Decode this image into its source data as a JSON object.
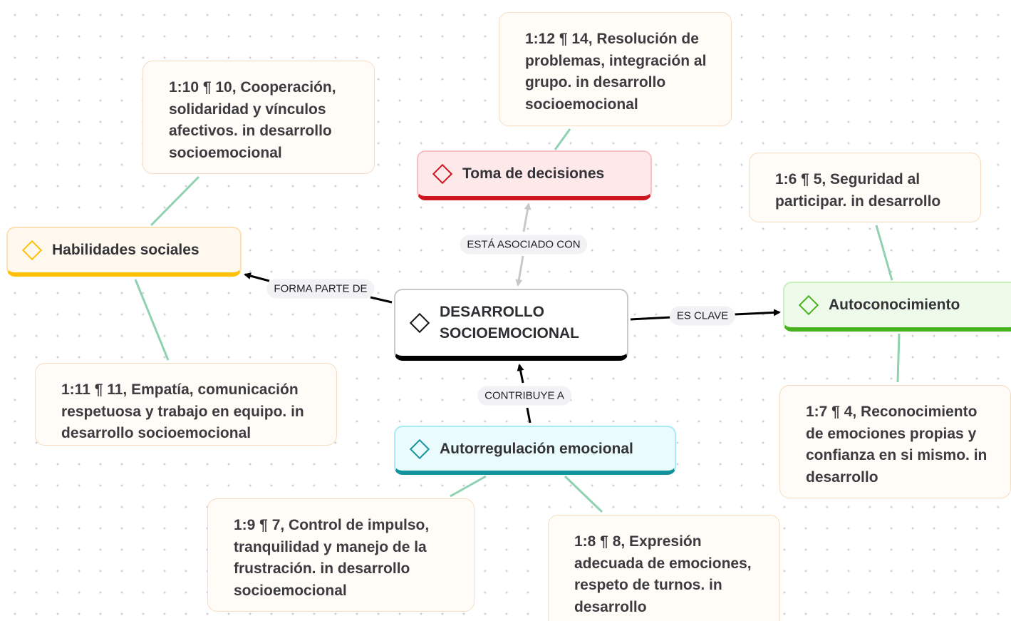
{
  "central": {
    "label": "DESARROLLO SOCIOEMOCIONAL",
    "line1": "DESARROLLO",
    "line2": "SOCIOEMOCIONAL",
    "icon": "diamond-icon",
    "color": "#000000"
  },
  "codes": {
    "toma": {
      "label": "Toma de decisiones",
      "icon": "diamond-icon",
      "color": "#d0141f"
    },
    "habilidades": {
      "label": "Habilidades sociales",
      "icon": "diamond-icon",
      "color": "#ffc107"
    },
    "autoconocimiento": {
      "label": "Autoconocimiento",
      "icon": "diamond-icon",
      "color": "#46b21d"
    },
    "autorregulacion": {
      "label": "Autorregulación emocional",
      "icon": "diamond-icon",
      "color": "#12939c"
    }
  },
  "relations": {
    "asociado": "ESTÁ ASOCIADO CON",
    "forma_parte": "FORMA PARTE DE",
    "es_clave": "ES CLAVE",
    "contribuye": "CONTRIBUYE A"
  },
  "quotes": {
    "q1_12": "1:12 ¶ 14, Resolución de problemas, integración al grupo. in desarrollo socioemocional",
    "q1_10": "1:10 ¶ 10, Cooperación, solidaridad y vínculos afectivos. in desarrollo socioemocional",
    "q1_6": "1:6 ¶ 5, Seguridad al participar. in desarrollo",
    "q1_11": "1:11 ¶ 11, Empatía, comunicación respetuosa y trabajo en equipo. in desarrollo socioemocional",
    "q1_7": "1:7 ¶ 4, Reconocimiento de emociones propias y confianza en si mismo. in desarrollo",
    "q1_9": "1:9 ¶ 7, Control de impulso, tranquilidad y manejo de la frustración. in desarrollo socioemocional",
    "q1_8": "1:8 ¶ 8, Expresión adecuada de emociones, respeto de turnos. in desarrollo"
  },
  "colors": {
    "link": "#8fd1b0",
    "arrow": "#000000",
    "arrow_light": "#c8c8c8",
    "quote_bg": "#fffbf6",
    "quote_border": "#f6dcc0"
  }
}
